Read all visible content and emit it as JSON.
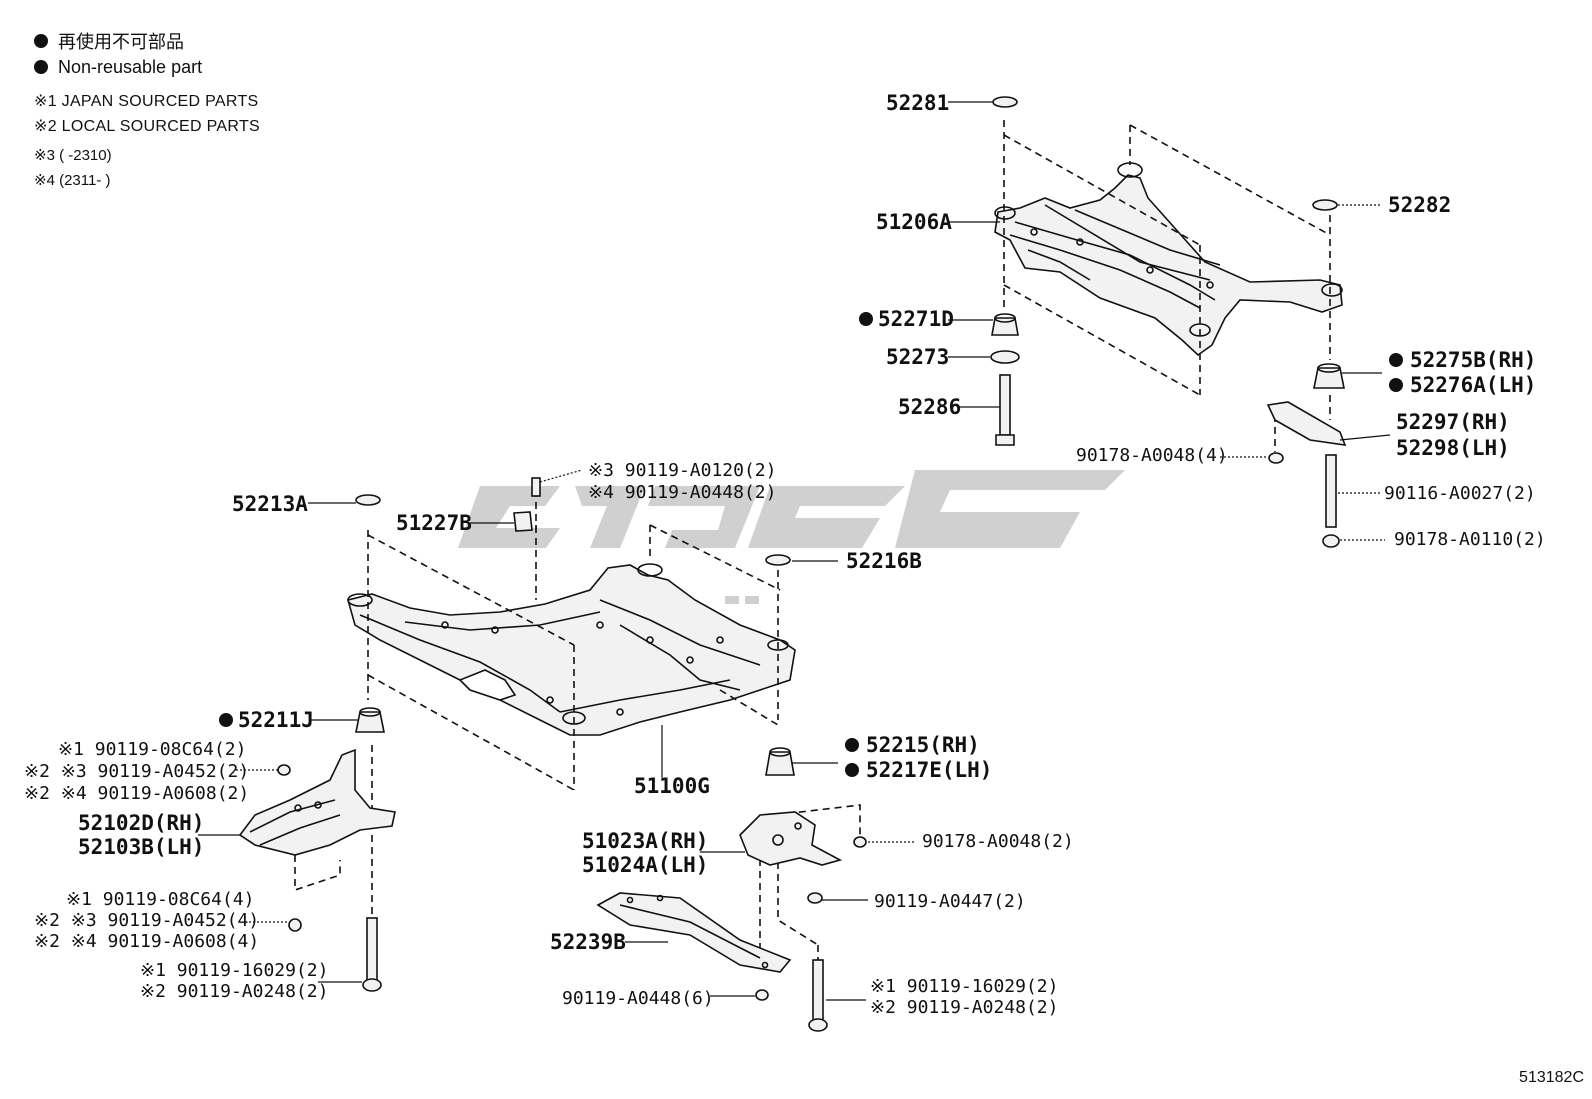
{
  "legend": {
    "line_jp": "再使用不可部品",
    "line_en": "Non-reusable part",
    "note1": "※1  JAPAN SOURCED PARTS",
    "note2": "※2  LOCAL SOURCED PARTS",
    "note3": "※3 (        -2310)",
    "note4": "※4 (2311-        )"
  },
  "diagram_code": "513182C",
  "labels": {
    "p52281": "52281",
    "p51206A": "51206A",
    "p52282": "52282",
    "p52271D": "52271D",
    "p52273": "52273",
    "p52286": "52286",
    "p52275B": "52275B(RH)",
    "p52276A": "52276A(LH)",
    "p52297": "52297(RH)",
    "p52298": "52298(LH)",
    "p90178_A0048_4": "90178-A0048(4)",
    "p90116_A0027": "90116-A0027(2)",
    "p90178_A0110": "90178-A0110(2)",
    "p52213A": "52213A",
    "p51227B": "51227B",
    "p90119_A0120": "※3 90119-A0120(2)",
    "p90119_A0448_2": "※4 90119-A0448(2)",
    "p52216B": "52216B",
    "p52211J": "52211J",
    "p51100G": "51100G",
    "p52215": "52215(RH)",
    "p52217E": "52217E(LH)",
    "p90119_08C64_2": "※1 90119-08C64(2)",
    "p90119_A0452_2": "※2 ※3 90119-A0452(2)",
    "p90119_A0608_2": "※2 ※4 90119-A0608(2)",
    "p52102D": "52102D(RH)",
    "p52103B": "52103B(LH)",
    "p90119_08C64_4": "※1 90119-08C64(4)",
    "p90119_A0452_4": "※2 ※3 90119-A0452(4)",
    "p90119_A0608_4": "※2 ※4 90119-A0608(4)",
    "p90119_16029_a": "※1 90119-16029(2)",
    "p90119_A0248_a": "※2 90119-A0248(2)",
    "p51023A": "51023A(RH)",
    "p51024A": "51024A(LH)",
    "p90178_A0048_2": "90178-A0048(2)",
    "p90119_A0447": "90119-A0447(2)",
    "p52239B": "52239B",
    "p90119_A0448_6": "90119-A0448(6)",
    "p90119_16029_b": "※1 90119-16029(2)",
    "p90119_A0248_b": "※2 90119-A0248(2)"
  },
  "colors": {
    "ink": "#111111",
    "watermark": "#c8c8c8",
    "part_fill": "#f2f2f2"
  }
}
